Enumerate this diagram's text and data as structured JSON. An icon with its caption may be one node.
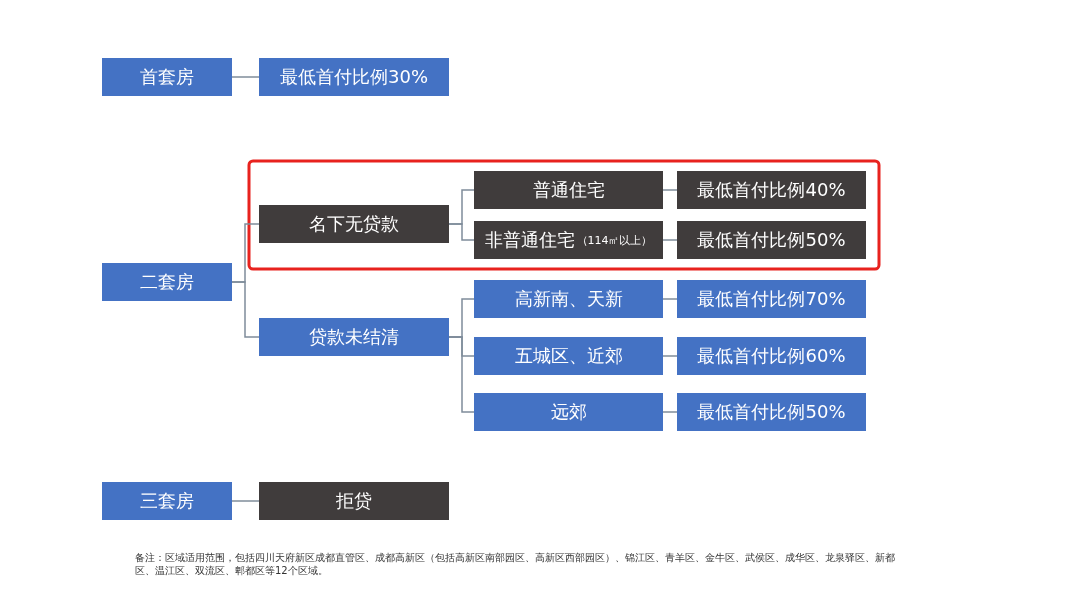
{
  "diagram": {
    "nodes": [
      {
        "text": [
          "首套房"
        ]
      },
      {
        "text": [
          "最低首付比例30%"
        ]
      },
      {
        "text": [
          "二套房"
        ]
      },
      {
        "text": [
          "名下无贷款"
        ]
      },
      {
        "text": [
          "普通住宅"
        ]
      },
      {
        "text": [
          "最低首付比例40%"
        ]
      },
      {
        "text": [
          "非普通住宅",
          "（114㎡以上）"
        ]
      },
      {
        "text": [
          "最低首付比例50%"
        ]
      },
      {
        "text": [
          "贷款未结清"
        ]
      },
      {
        "text": [
          "高新南、天新"
        ]
      },
      {
        "text": [
          "最低首付比例70%"
        ]
      },
      {
        "text": [
          "五城区、近郊"
        ]
      },
      {
        "text": [
          "最低首付比例60%"
        ]
      },
      {
        "text": [
          "远郊"
        ]
      },
      {
        "text": [
          "最低首付比例50%"
        ]
      },
      {
        "text": [
          "三套房"
        ]
      },
      {
        "text": [
          "拒贷"
        ]
      }
    ],
    "edges": [
      {
        "from": 0,
        "to": 1,
        "arrow": "none"
      },
      {
        "from": 2,
        "to": 3,
        "arrow": "none"
      },
      {
        "from": 2,
        "to": 8,
        "arrow": "none"
      },
      {
        "from": 3,
        "to": 4,
        "arrow": "none"
      },
      {
        "from": 3,
        "to": 6,
        "arrow": "none"
      },
      {
        "from": 4,
        "to": 5,
        "arrow": "none"
      },
      {
        "from": 6,
        "to": 7,
        "arrow": "none"
      },
      {
        "from": 8,
        "to": 9,
        "arrow": "none"
      },
      {
        "from": 8,
        "to": 11,
        "arrow": "none"
      },
      {
        "from": 8,
        "to": 13,
        "arrow": "none"
      },
      {
        "from": 9,
        "to": 10,
        "arrow": "none"
      },
      {
        "from": 11,
        "to": 12,
        "arrow": "none"
      },
      {
        "from": 13,
        "to": 14,
        "arrow": "none"
      },
      {
        "from": 15,
        "to": 16,
        "arrow": "none"
      }
    ],
    "labels": [
      "备注：区域适用范围，包括四川天府新区成都直管区、成都高新区（包括高新区南部园区、高新区西部园区）、锦江区、青羊区、金牛区、武侯区、成华区、龙泉驿区、新都区、温江区、双流区、郫都区等12个区域。"
    ]
  }
}
